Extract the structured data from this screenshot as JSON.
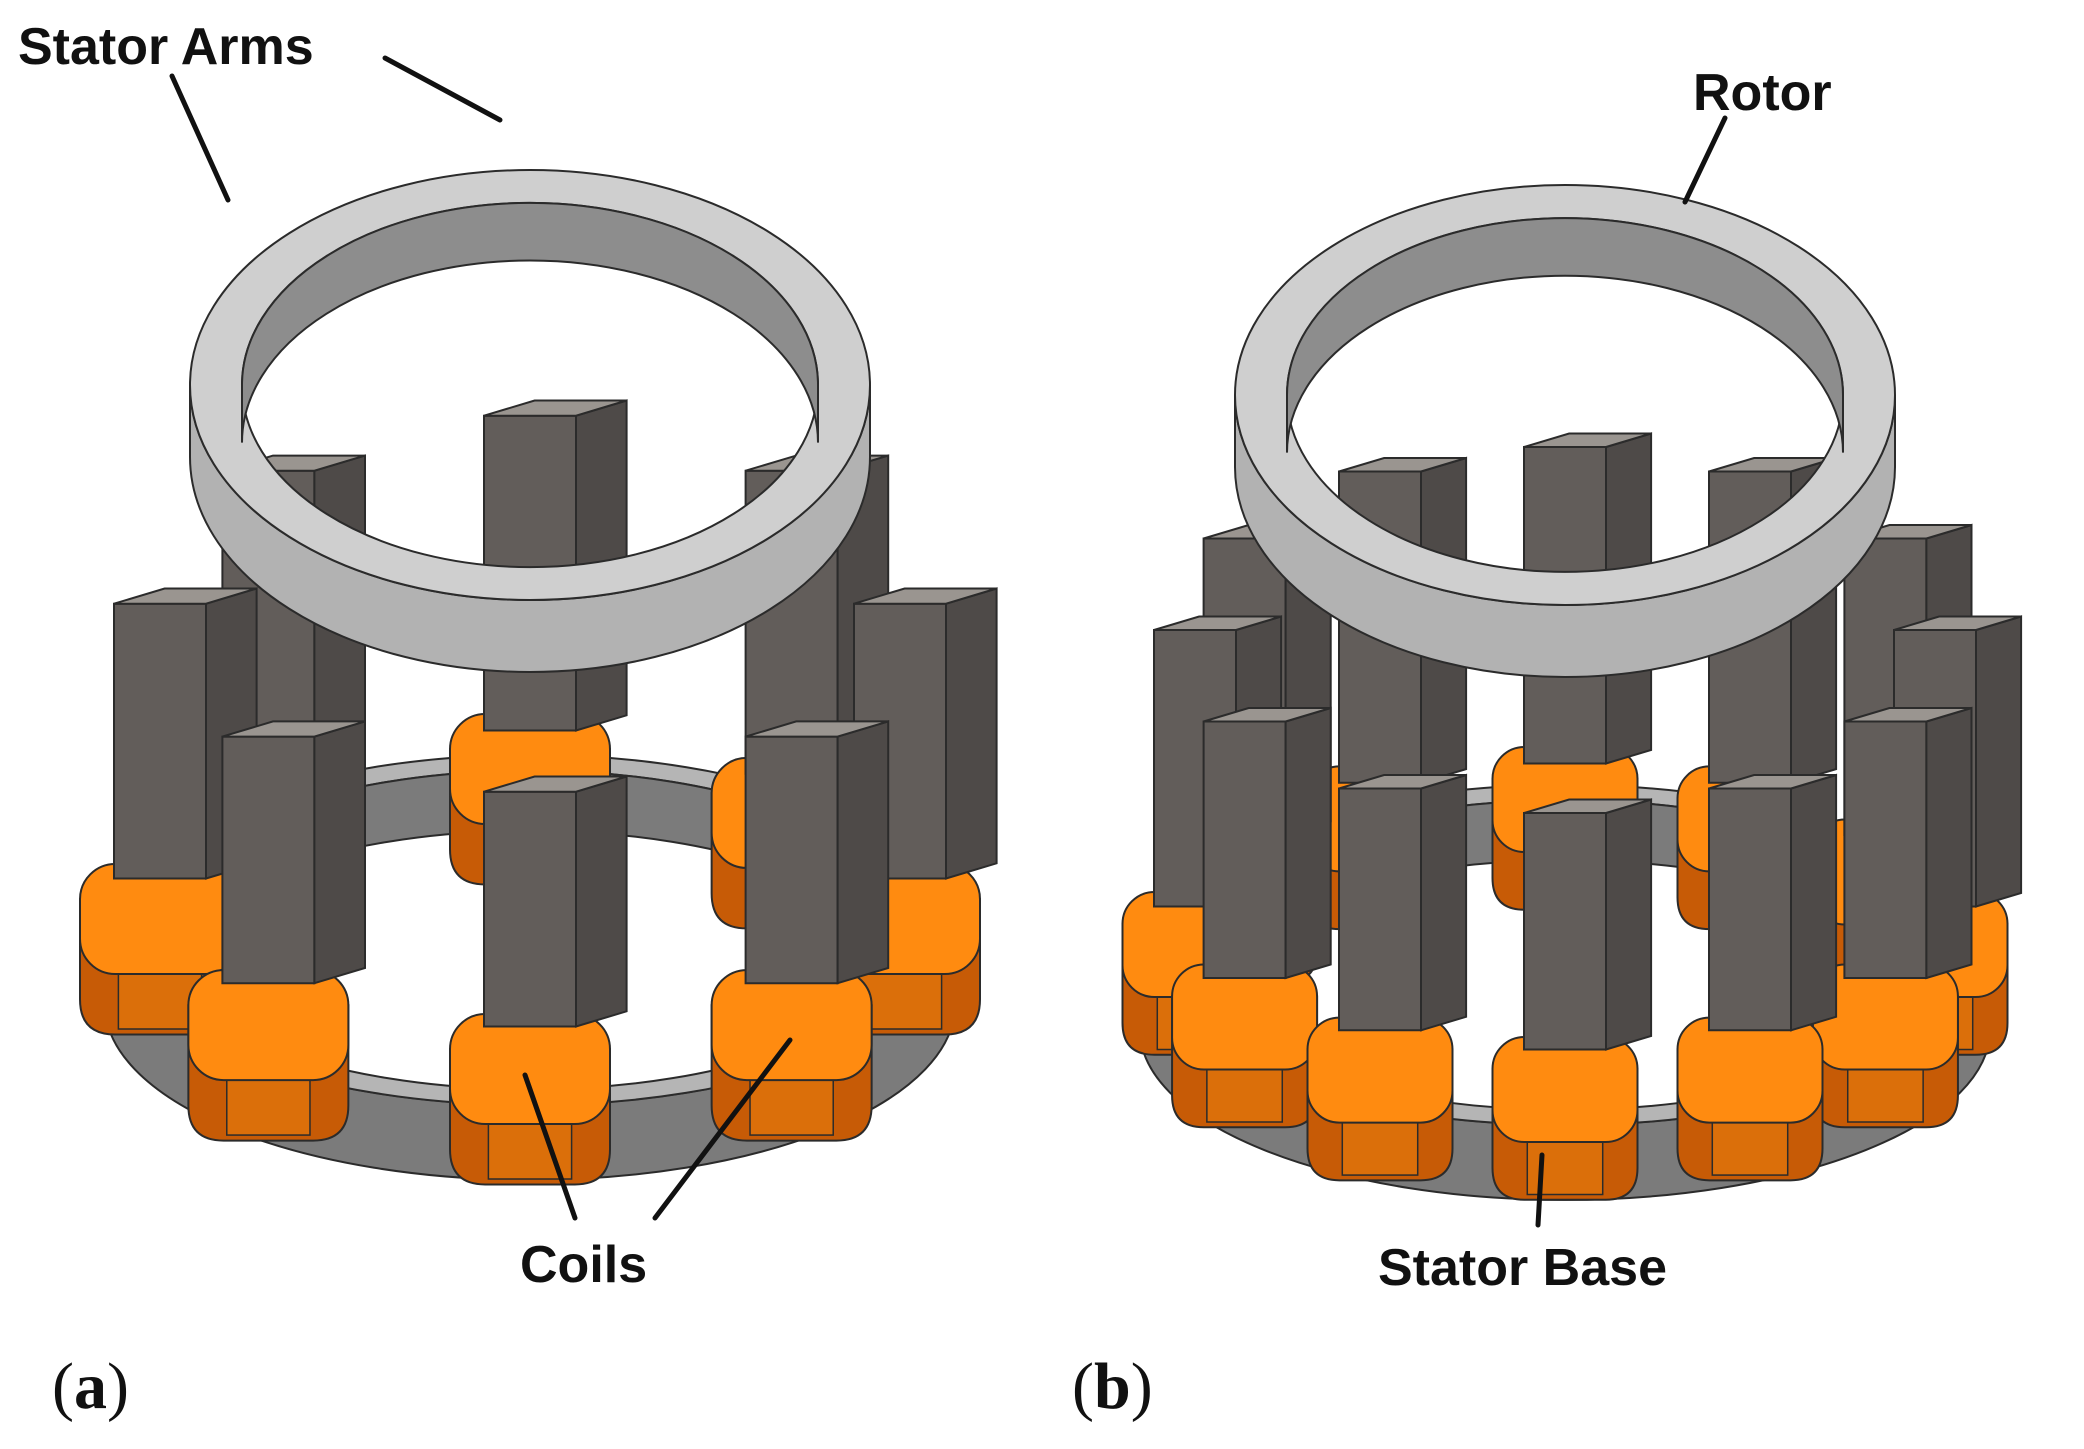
{
  "labels": {
    "stator_arms": "Stator Arms",
    "rotor": "Rotor",
    "coils": "Coils",
    "stator_base": "Stator Base"
  },
  "panels": {
    "a": {
      "open": "(",
      "letter": "a",
      "close": ")"
    },
    "b": {
      "open": "(",
      "letter": "b",
      "close": ")"
    }
  },
  "models": {
    "a": {
      "stator_arm_count": 8
    },
    "b": {
      "stator_arm_count": 12
    }
  },
  "colors": {
    "background": "#ffffff",
    "coil_top": "#ff8b10",
    "coil_side": "#c75b06",
    "coil_side_light": "#db6f0a",
    "arm_top": "#9a9590",
    "arm_side": "#625d5a",
    "arm_side_dark": "#4e4a48",
    "rotor_top": "#cfcfcf",
    "rotor_inner": "#8d8d8d",
    "rotor_side": "#b2b2b2",
    "base_top": "#b5b5b5",
    "base_side": "#7b7b7b",
    "outline": "#2b2b2b",
    "text": "#111111"
  }
}
